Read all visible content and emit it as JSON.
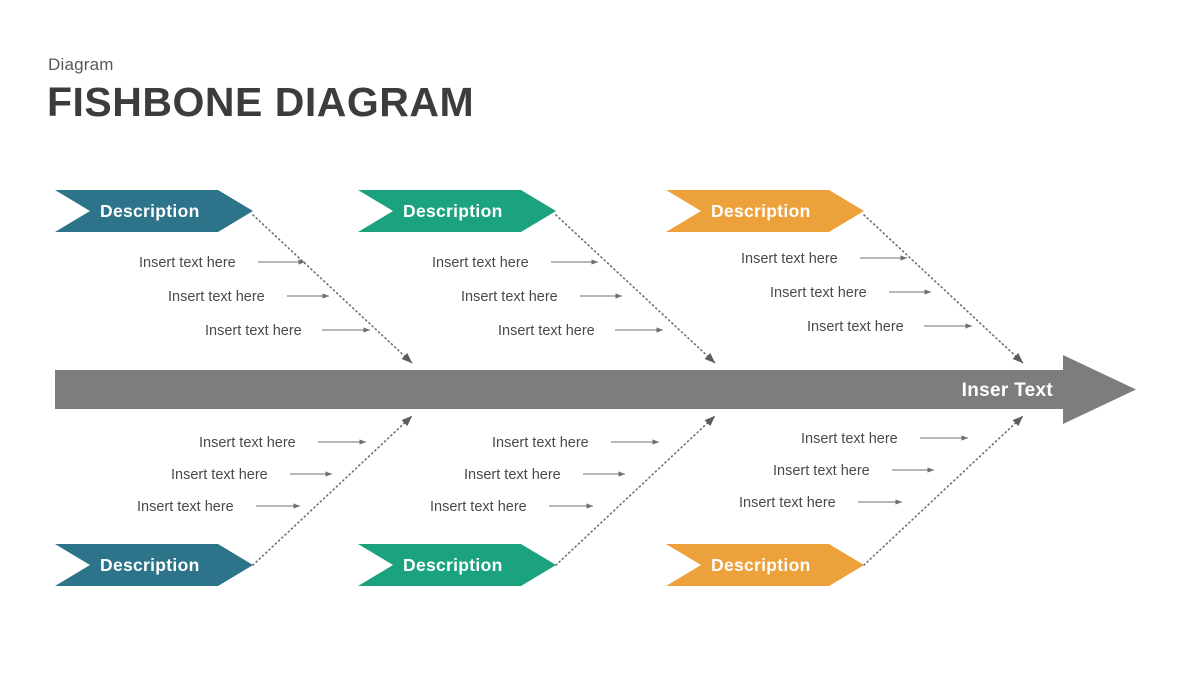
{
  "header": {
    "kicker": "Diagram",
    "title": "FISHBONE DIAGRAM"
  },
  "colors": {
    "teal": "#2d7389",
    "green": "#1ba37f",
    "orange": "#eda13a",
    "spine_gray": "#7d7d7d",
    "bone_text": "#4a4a4a",
    "title_text": "#3c3c3c",
    "kicker_text": "#58585b",
    "background": "#ffffff"
  },
  "spine": {
    "label": "Inser Text"
  },
  "categories": [
    {
      "position": "top",
      "index": 0,
      "label": "Description",
      "color": "#2d7389",
      "causes": [
        "Insert text here",
        "Insert text here",
        "Insert text here"
      ]
    },
    {
      "position": "top",
      "index": 1,
      "label": "Description",
      "color": "#1ba37f",
      "causes": [
        "Insert text here",
        "Insert text here",
        "Insert text here"
      ]
    },
    {
      "position": "top",
      "index": 2,
      "label": "Description",
      "color": "#eda13a",
      "causes": [
        "Insert text here",
        "Insert text here",
        "Insert text here"
      ]
    },
    {
      "position": "bottom",
      "index": 0,
      "label": "Description",
      "color": "#2d7389",
      "causes": [
        "Insert text here",
        "Insert text here",
        "Insert text here"
      ]
    },
    {
      "position": "bottom",
      "index": 1,
      "label": "Description",
      "color": "#1ba37f",
      "causes": [
        "Insert text here",
        "Insert text here",
        "Insert text here"
      ]
    },
    {
      "position": "bottom",
      "index": 2,
      "label": "Description",
      "color": "#eda13a",
      "causes": [
        "Insert text here",
        "Insert text here",
        "Insert text here"
      ]
    }
  ]
}
